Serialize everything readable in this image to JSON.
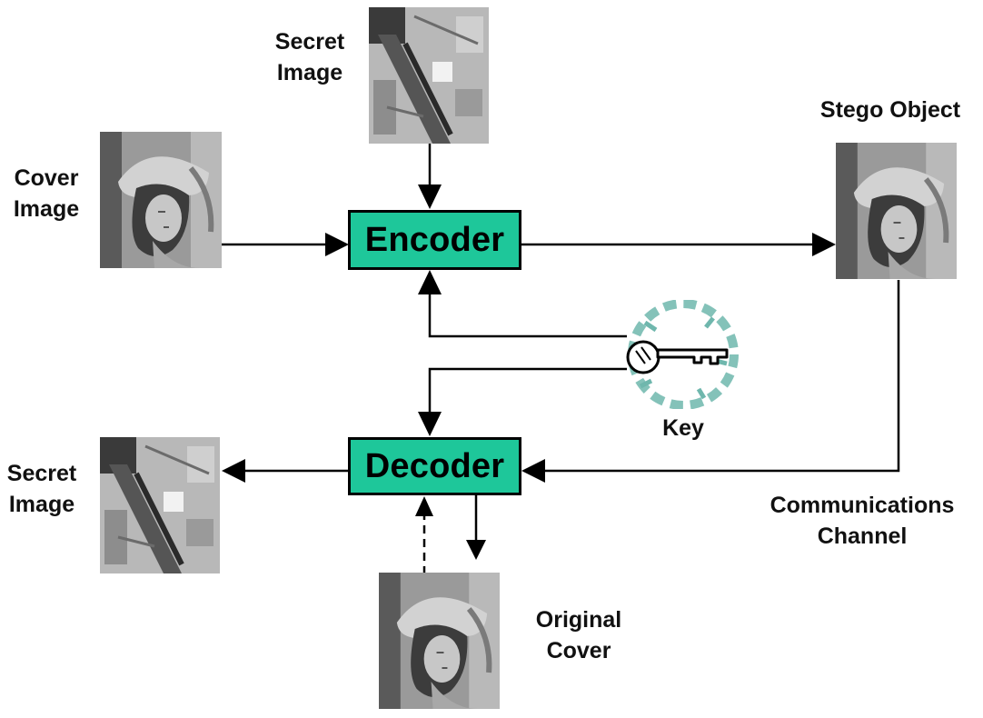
{
  "nodes": {
    "encoder": "Encoder",
    "decoder": "Decoder"
  },
  "labels": {
    "secret_image_top": [
      "Secret",
      "Image"
    ],
    "cover_image": [
      "Cover",
      "Image"
    ],
    "stego_object": "Stego Object",
    "key": "Key",
    "secret_image_bottom": [
      "Secret",
      "Image"
    ],
    "communications_channel": [
      "Communications",
      "Channel"
    ],
    "original_cover": [
      "Original",
      "Cover"
    ]
  },
  "colors": {
    "box_fill": "#1ec79a",
    "key_stamp": "#6fb7ad"
  },
  "images": {
    "cover": "portrait-photo",
    "secret": "aerial-photo",
    "stego": "portrait-photo",
    "original_cover": "portrait-photo",
    "key": "key-icon"
  }
}
